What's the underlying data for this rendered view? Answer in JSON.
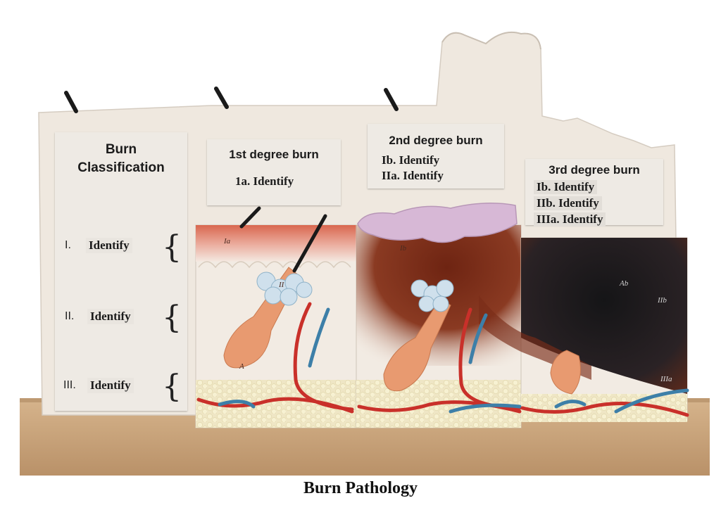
{
  "caption": "Burn Pathology",
  "classification_card": {
    "title_line1": "Burn",
    "title_line2": "Classification",
    "rows": [
      {
        "numeral": "I.",
        "label": "Identify"
      },
      {
        "numeral": "II.",
        "label": "Identify"
      },
      {
        "numeral": "III.",
        "label": "Identify"
      }
    ]
  },
  "first_degree_card": {
    "title": "1st degree burn",
    "lines": [
      "1a. Identify"
    ]
  },
  "second_degree_card": {
    "title": "2nd degree burn",
    "lines": [
      "Ib. Identify",
      "IIa. Identify"
    ]
  },
  "third_degree_card": {
    "title": "3rd degree burn",
    "lines": [
      "Ib. Identify",
      "IIb. Identify",
      "IIIa. Identify"
    ]
  },
  "model_markers": [
    "Ia",
    "A",
    "II",
    "Ib",
    "Ab",
    "IIb",
    "IIIa"
  ],
  "colors": {
    "model_base": "#efe7dd",
    "epidermis_pink": "#e8a99a",
    "burn_brown": "#7a2d18",
    "char_black": "#1c1c1e",
    "hair_follicle": "#e89a70",
    "artery_red": "#c9302a",
    "vein_blue": "#3d7fa8",
    "fat_yellow": "#f2edc6",
    "blister_lilac": "#d7b8d6",
    "wood_stand": "#c9a57e"
  }
}
